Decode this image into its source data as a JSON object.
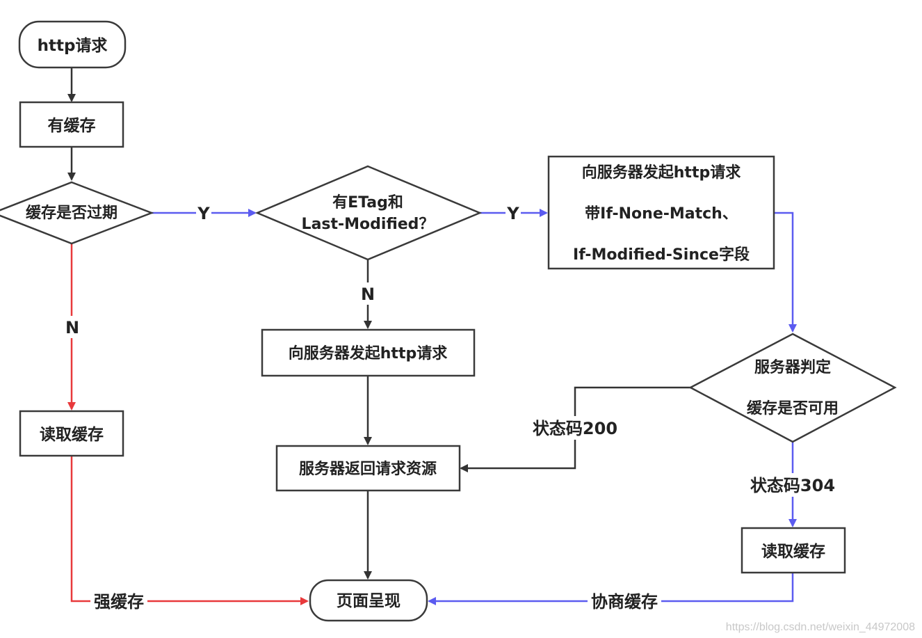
{
  "nodes": {
    "http_request": "http请求",
    "has_cache": "有缓存",
    "cache_expired": "缓存是否过期",
    "read_cache_left": "读取缓存",
    "etag_q_line1": "有ETag和",
    "etag_q_line2": "Last-Modified？",
    "request_server_mid": "向服务器发起http请求",
    "server_returns": "服务器返回请求资源",
    "page_render": "页面呈现",
    "request_right_line1": "向服务器发起http请求",
    "request_right_line2": "带If-None-Match、",
    "request_right_line3": "If-Modified-Since字段",
    "server_judge_line1": "服务器判定",
    "server_judge_line2": "缓存是否可用",
    "read_cache_right": "读取缓存"
  },
  "edges": {
    "yes1": "Y",
    "yes2": "Y",
    "no_left": "N",
    "no_mid": "N",
    "status_200": "状态码200",
    "status_304": "状态码304",
    "strong_cache": "强缓存",
    "negotiated_cache": "协商缓存"
  },
  "colors": {
    "black_path": "#333333",
    "red_path": "#e8393b",
    "blue_path": "#5b5bf0"
  },
  "watermark": "https://blog.csdn.net/weixin_44972008"
}
